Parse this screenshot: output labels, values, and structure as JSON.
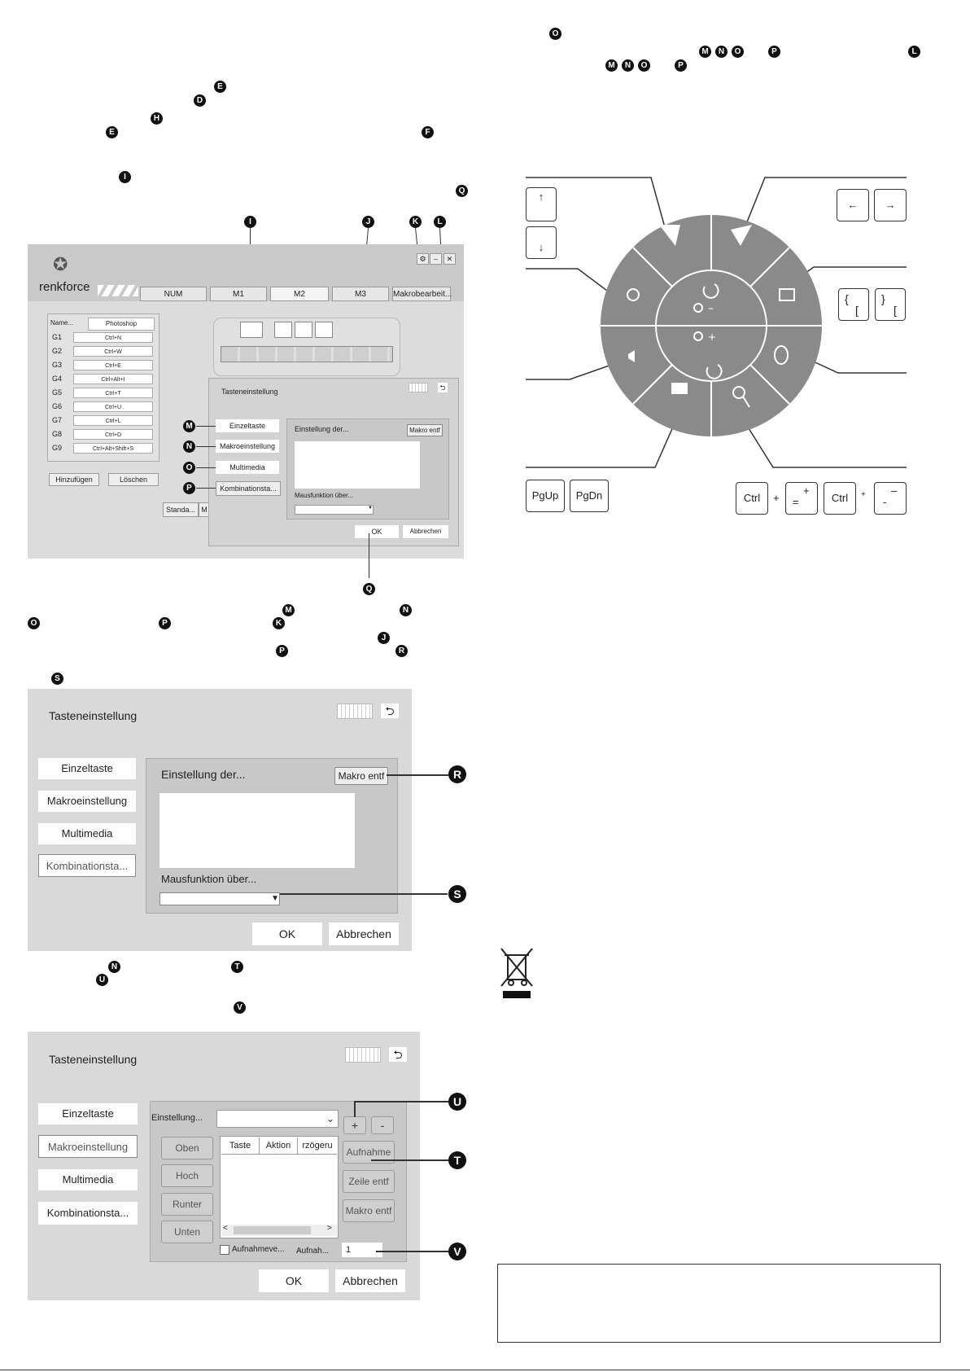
{
  "badges": {
    "E": "E",
    "D": "D",
    "H": "H",
    "F": "F",
    "I": "I",
    "Q": "Q",
    "J": "J",
    "K": "K",
    "L": "L",
    "M": "M",
    "N": "N",
    "O": "O",
    "P": "P",
    "R": "R",
    "S": "S",
    "T": "T",
    "U": "U",
    "V": "V"
  },
  "app": {
    "brand": "renkforce",
    "tabs": [
      "NUM",
      "M1",
      "M2",
      "M3",
      "Makrobearbeit..."
    ],
    "name_label": "Name...",
    "profile": "Photoshop",
    "keys": [
      {
        "g": "G1",
        "v": "Ctrl+N"
      },
      {
        "g": "G2",
        "v": "Ctrl+W"
      },
      {
        "g": "G3",
        "v": "Ctrl+E"
      },
      {
        "g": "G4",
        "v": "Ctrl+Alt+I"
      },
      {
        "g": "G5",
        "v": "Ctrl+T"
      },
      {
        "g": "G6",
        "v": "Ctrl+U"
      },
      {
        "g": "G7",
        "v": "Ctrl+L"
      },
      {
        "g": "G8",
        "v": "Ctrl+D"
      },
      {
        "g": "G9",
        "v": "Ctrl+Alt+Shift+S"
      }
    ],
    "add": "Hinzufügen",
    "delete": "Löschen",
    "standard": "Standa...",
    "m_btn": "M"
  },
  "dialog": {
    "title": "Tasteneinstellung",
    "single_key": "Einzeltaste",
    "macro_setting": "Makroeinstellung",
    "multimedia": "Multimedia",
    "combination": "Kombinationsta...",
    "setting_of": "Einstellung der...",
    "macro_delete": "Makro entf",
    "mouse_function": "Mausfunktion über...",
    "ok": "OK",
    "cancel": "Abbrechen"
  },
  "macro": {
    "setting": "Einstellung...",
    "plus": "+",
    "minus": "-",
    "side_buttons": [
      "Oben",
      "Hoch",
      "Runter",
      "Unten"
    ],
    "columns": [
      "Taste",
      "Aktion",
      "rzögeru"
    ],
    "record": "Aufnahme",
    "row_delete": "Zeile entf",
    "macro_delete": "Makro entf",
    "record_check": "Aufnahmeve...",
    "record_label": "Aufnah...",
    "record_value": "1"
  },
  "keys": {
    "pgup": "PgUp",
    "pgdn": "PgDn",
    "ctrl": "Ctrl",
    "plus": "+",
    "brace_open": "{",
    "bracket_open": "[",
    "brace_close": "}",
    "bracket_close": "["
  }
}
